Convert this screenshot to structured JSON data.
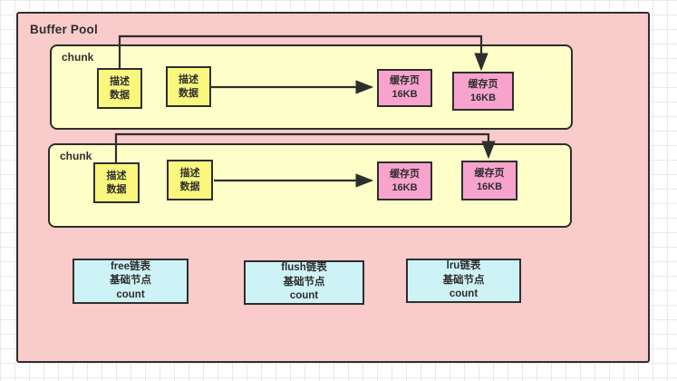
{
  "colors": {
    "buffer_pool_fill": "#F9CBCB",
    "chunk_fill": "#FDFEC8",
    "desc_box_fill": "#F9F77D",
    "cache_page_fill": "#F8A3CE",
    "list_box_fill": "#CEF3F6",
    "border_and_text": "#2E2E2E",
    "grid_line": "#E9E9E9"
  },
  "buffer_pool": {
    "label": "Buffer Pool",
    "chunks": [
      {
        "label": "chunk",
        "desc_boxes": [
          "描述\n数据",
          "描述\n数据"
        ],
        "cache_pages": [
          "缓存页\n16KB",
          "缓存页\n16KB"
        ]
      },
      {
        "label": "chunk",
        "desc_boxes": [
          "描述\n数据",
          "描述\n数据"
        ],
        "cache_pages": [
          "缓存页\n16KB",
          "缓存页\n16KB"
        ]
      }
    ],
    "list_nodes": [
      {
        "label": "free链表\n基础节点\ncount"
      },
      {
        "label": "flush链表\n基础节点\ncount"
      },
      {
        "label": "lru链表\n基础节点\ncount"
      }
    ],
    "connectors": [
      {
        "from": "chunk1-desc-box-1",
        "to": "chunk1-cache-page-2",
        "shape": "up-over-down-arrow"
      },
      {
        "from": "chunk1-desc-box-2",
        "to": "chunk1-cache-page-1",
        "shape": "straight-right-arrow"
      },
      {
        "from": "chunk2-desc-box-1",
        "to": "chunk2-cache-page-2",
        "shape": "up-over-down-arrow"
      },
      {
        "from": "chunk2-desc-box-2",
        "to": "chunk2-cache-page-1",
        "shape": "straight-right-arrow"
      }
    ]
  }
}
